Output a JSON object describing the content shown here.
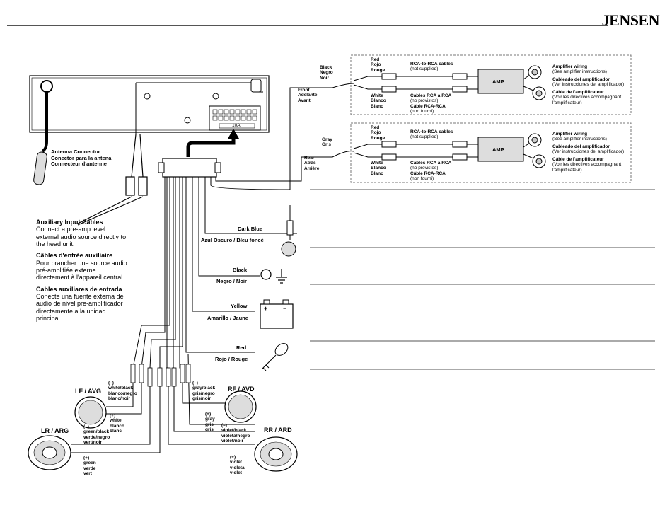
{
  "brand": "JENSEN",
  "antenna": {
    "lines": [
      "Antenna Connector",
      "Conector para la antena",
      "Connecteur d'antenne"
    ]
  },
  "aux": {
    "en_title": "Auxiliary Input Cables",
    "en_body": "Connect a pre-amp level external audio source directly to the head unit.",
    "fr_title": "Câbles d'entrée auxiliaire",
    "fr_body": "Pour brancher une source audio pré-amplifiée externe directement à l'appareil central.",
    "es_title": "Cables auxiliares de entrada",
    "es_body": "Conecte una fuente externa de audio de nivel pre-amplificador directamente a la unidad principal."
  },
  "front_out": {
    "color": [
      "Black",
      "Negro",
      "Noir"
    ],
    "position": [
      "Front",
      "Adelante",
      "Avant"
    ]
  },
  "rear_out": {
    "color": [
      "Gray",
      "Gris"
    ],
    "position": [
      "Rear",
      "Atrás",
      "Arrière"
    ]
  },
  "amp_box": {
    "red": [
      "Red",
      "Rojo",
      "Rouge"
    ],
    "white": [
      "White",
      "Blanco",
      "Blanc"
    ],
    "rca_title": "RCA-to-RCA cables",
    "rca_note": "(not supplied)",
    "cables_es": "Cables RCA a RCA",
    "cables_es_note": "(no provistos)",
    "cable_fr": "Câble RCA-RCA",
    "cable_fr_note": "(non fourni)",
    "amp": "AMP",
    "amp_wiring": "Amplifier wiring",
    "amp_wiring_note": "(See amplifier instructions)",
    "cableado": "Cableado del amplificador",
    "cableado_note": "(Ver instrucciones del amplificador)",
    "cable_amp_fr": "Câble de l'amplificateur",
    "cable_amp_fr_note": [
      "(Voir les directives accompagnant",
      "l'amplificateur)"
    ]
  },
  "connector_label": "10A",
  "wires": {
    "dark_blue": "Dark Blue",
    "dark_blue_tr": "Azul Oscuro / Bleu foncé",
    "black": "Black",
    "black_tr": "Negro / Noir",
    "yellow": "Yellow",
    "yellow_tr": "Amarillo / Jaune",
    "red": "Red",
    "red_tr": "Rojo / Rouge"
  },
  "battery": {
    "plus": "+",
    "minus": "−"
  },
  "speakers": {
    "lf": {
      "name": "LF / AVG",
      "neg": [
        "(–)",
        "white/black",
        "blanco/negro",
        "blanc/noir"
      ],
      "pos": [
        "(+)",
        "white",
        "blanco",
        "blanc"
      ]
    },
    "rf": {
      "name": "RF / AVD",
      "neg": [
        "(–)",
        "gray/black",
        "gris/negro",
        "gris/noir"
      ],
      "pos": [
        "(+)",
        "gray",
        "gris",
        "gris"
      ]
    },
    "lr": {
      "name": "LR / ARG",
      "neg": [
        "(–)",
        "green/black",
        "verde/negro",
        "vert/noir"
      ],
      "pos": [
        "(+)",
        "green",
        "verde",
        "vert"
      ]
    },
    "rr": {
      "name": "RR / ARD",
      "neg": [
        "(–)",
        "violet/black",
        "violeta/negro",
        "violet/noir"
      ],
      "pos": [
        "(+)",
        "violet",
        "violeta",
        "violet"
      ]
    }
  }
}
